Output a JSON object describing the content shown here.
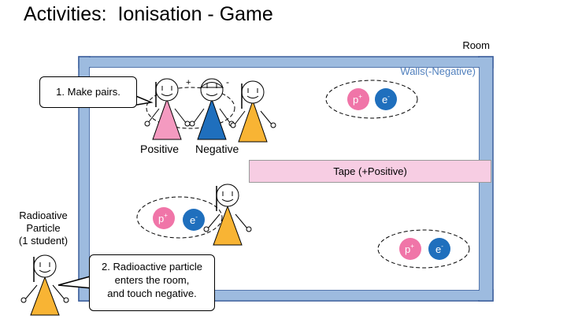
{
  "title": "Activities:  Ionisation - Game",
  "room_label": "Room",
  "walls_label": "Walls(-Negative)",
  "tape_label": "Tape (+Positive)",
  "callouts": {
    "step1": "1. Make pairs.",
    "step2_lines": [
      "2. Radioactive particle",
      "enters the room,",
      "and touch negative."
    ]
  },
  "students": {
    "positive_label": "Positive",
    "negative_label": "Negative",
    "plus_sign": "+",
    "minus_sign": "-"
  },
  "radioactive_label_lines": [
    "Radioative",
    "Particle",
    "(1 student)"
  ],
  "particles": {
    "proton": "p",
    "proton_sup": "+",
    "electron": "e",
    "electron_sup": "-"
  },
  "colors": {
    "wall": "#9dbbdf",
    "wall_edge": "#3c5f9c",
    "tape": "#f7cde3",
    "proton": "#f075a8",
    "electron": "#1f6fbd",
    "pink_student": "#f49ac0",
    "blue_student": "#1f6fbd",
    "orange_student": "#f8b434"
  }
}
